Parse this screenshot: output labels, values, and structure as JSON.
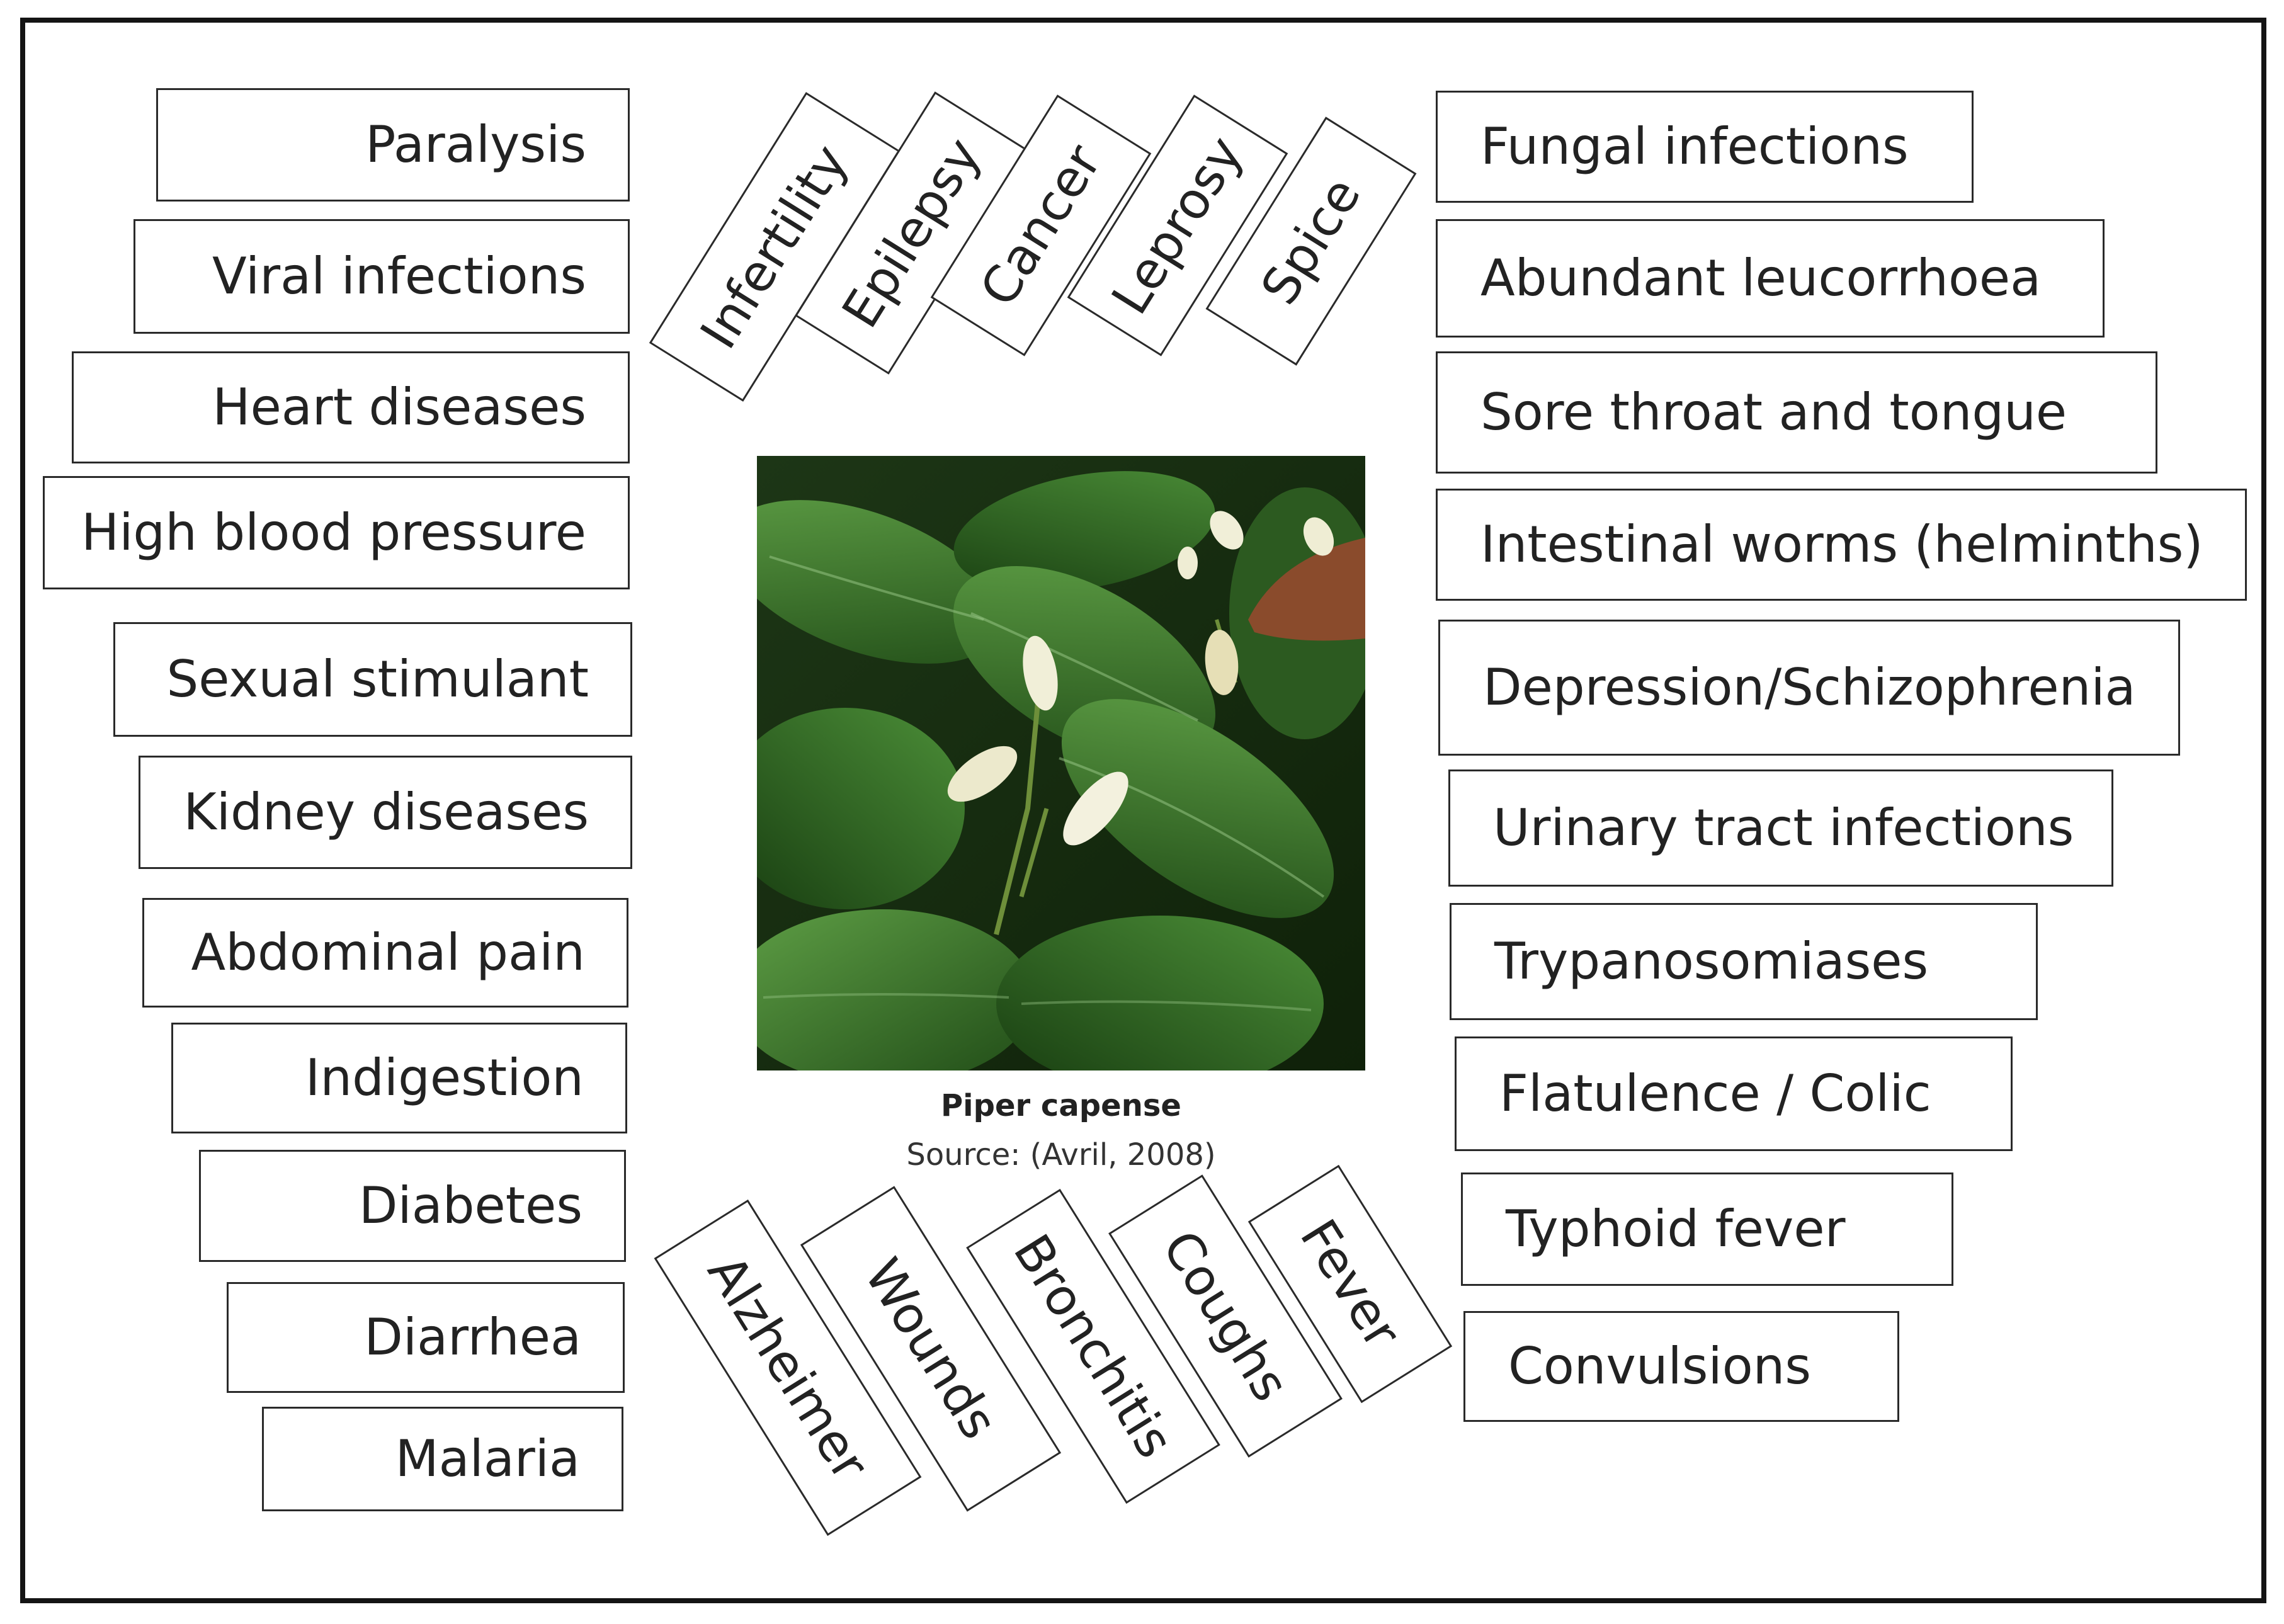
{
  "left_items": [
    "Paralysis",
    "Viral infections",
    "Heart diseases",
    "High blood pressure",
    "Sexual stimulant",
    "Kidney diseases",
    "Abdominal pain",
    "Indigestion",
    "Diabetes",
    "Diarrhea",
    "Malaria"
  ],
  "right_items": [
    "Fungal infections",
    "Abundant leucorrhoea",
    "Sore throat and tongue",
    "Intestinal worms (helminths)",
    "Depression/Schizophrenia",
    "Urinary tract infections",
    "Trypanosomiases",
    "Flatulence / Colic",
    "Typhoid fever",
    "Convulsions"
  ],
  "top_items": [
    "Infertility",
    "Epilepsy",
    "Cancer",
    "Leprosy",
    "Spice"
  ],
  "bottom_items": [
    "Alzheimer",
    "Wounds",
    "Bronchitis",
    "Coughs",
    "Fever"
  ],
  "caption": {
    "name": "Piper capense",
    "source": "Source: (Avril, 2008)"
  }
}
